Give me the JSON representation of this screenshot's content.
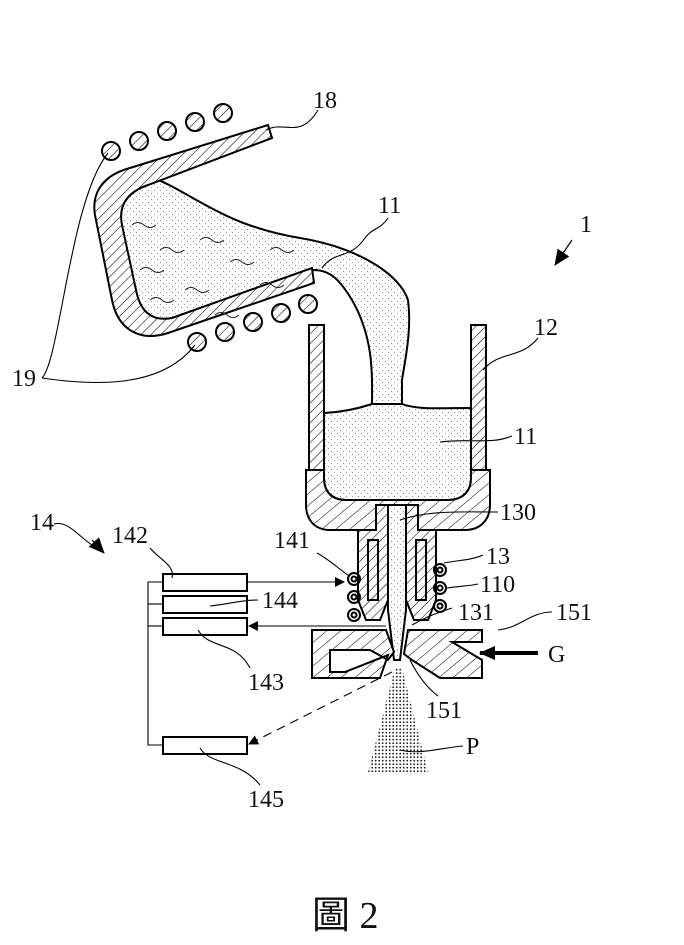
{
  "figure": {
    "caption": "圖 2",
    "description": "Patent drawing of a melt atomization apparatus with tilting crucible, tundish, nozzle with induction coil, gas atomizer and control unit"
  },
  "labels": {
    "apparatus": "1",
    "melt_top": "11",
    "melt_tundish": "11",
    "tundish": "12",
    "nozzle": "13",
    "nozzle_inlet": "130",
    "nozzle_outlet": "131",
    "control_unit": "14",
    "coil": "141",
    "module_142": "142",
    "module_143": "143",
    "module_144": "144",
    "module_145": "145",
    "crucible": "18",
    "crucible_coils": "19",
    "nozzle_coil": "110",
    "gas_nozzle_top": "151",
    "gas_nozzle_bottom": "151",
    "gas": "G",
    "powder": "P"
  }
}
